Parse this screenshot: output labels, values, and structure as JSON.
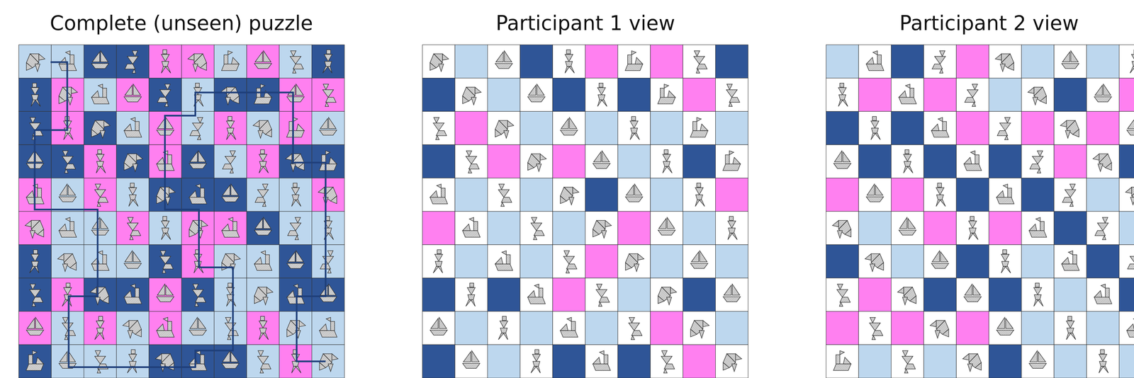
{
  "diagram": {
    "labels": [
      "Complete (unseen) puzzle",
      "Participant 1 view",
      "Participant 2 view"
    ]
  }
}
